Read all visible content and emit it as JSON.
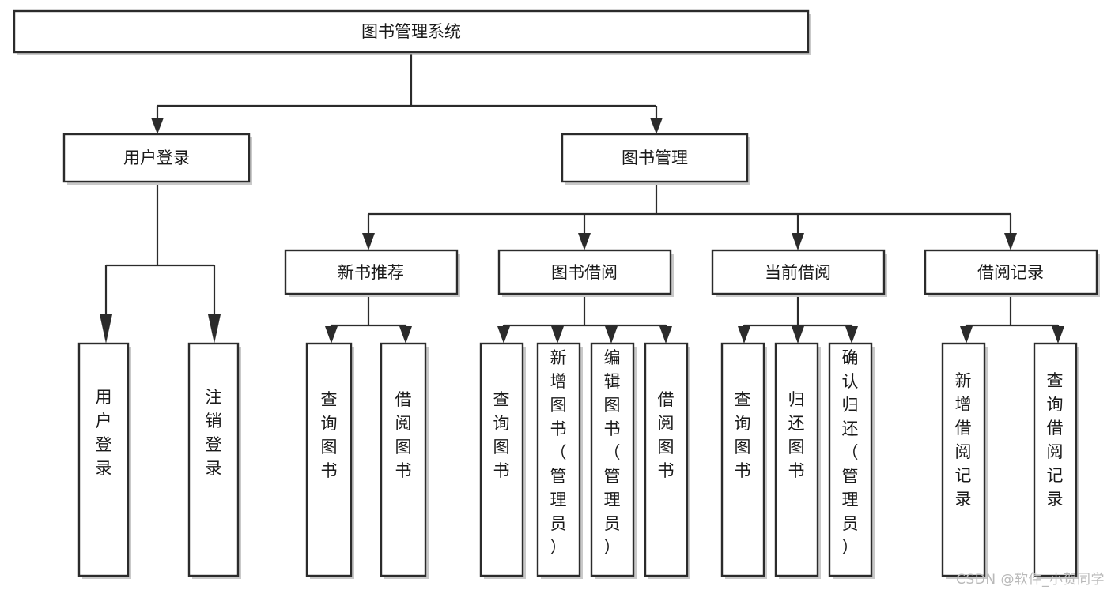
{
  "diagram": {
    "type": "tree-flowchart",
    "title_node": {
      "label": "图书管理系统"
    },
    "level2": [
      {
        "id": "user-login",
        "label": "用户登录"
      },
      {
        "id": "book-manage",
        "label": "图书管理"
      }
    ],
    "level3": [
      {
        "id": "new-book-rec",
        "label": "新书推荐"
      },
      {
        "id": "book-borrow",
        "label": "图书借阅"
      },
      {
        "id": "current-borrow",
        "label": "当前借阅"
      },
      {
        "id": "borrow-record",
        "label": "借阅记录"
      }
    ],
    "leaves": {
      "user_login": [
        {
          "id": "leaf-user-login",
          "label": "用户登录"
        },
        {
          "id": "leaf-logout-login",
          "label": "注销登录"
        }
      ],
      "new_book_rec": [
        {
          "id": "leaf-query-book-1",
          "label": "查询图书"
        },
        {
          "id": "leaf-borrow-book-1",
          "label": "借阅图书"
        }
      ],
      "book_borrow": [
        {
          "id": "leaf-query-book-2",
          "label": "查询图书"
        },
        {
          "id": "leaf-add-book",
          "label": "新增图书（管理员）"
        },
        {
          "id": "leaf-edit-book",
          "label": "编辑图书（管理员）"
        },
        {
          "id": "leaf-borrow-book-2",
          "label": "借阅图书"
        }
      ],
      "current_borrow": [
        {
          "id": "leaf-query-book-3",
          "label": "查询图书"
        },
        {
          "id": "leaf-return-book",
          "label": "归还图书"
        },
        {
          "id": "leaf-confirm-return",
          "label": "确认归还（管理员）"
        }
      ],
      "borrow_record": [
        {
          "id": "leaf-add-record",
          "label": "新增借阅记录"
        },
        {
          "id": "leaf-query-record",
          "label": "查询借阅记录"
        }
      ]
    },
    "colors": {
      "stroke": "#2b2b2b",
      "fill": "#ffffff",
      "text": "#1a1a1a",
      "shadow": "#9d9d9d",
      "watermark": "#b9b9b9"
    }
  },
  "watermark": {
    "text": "CSDN @软件_小贺同学"
  }
}
